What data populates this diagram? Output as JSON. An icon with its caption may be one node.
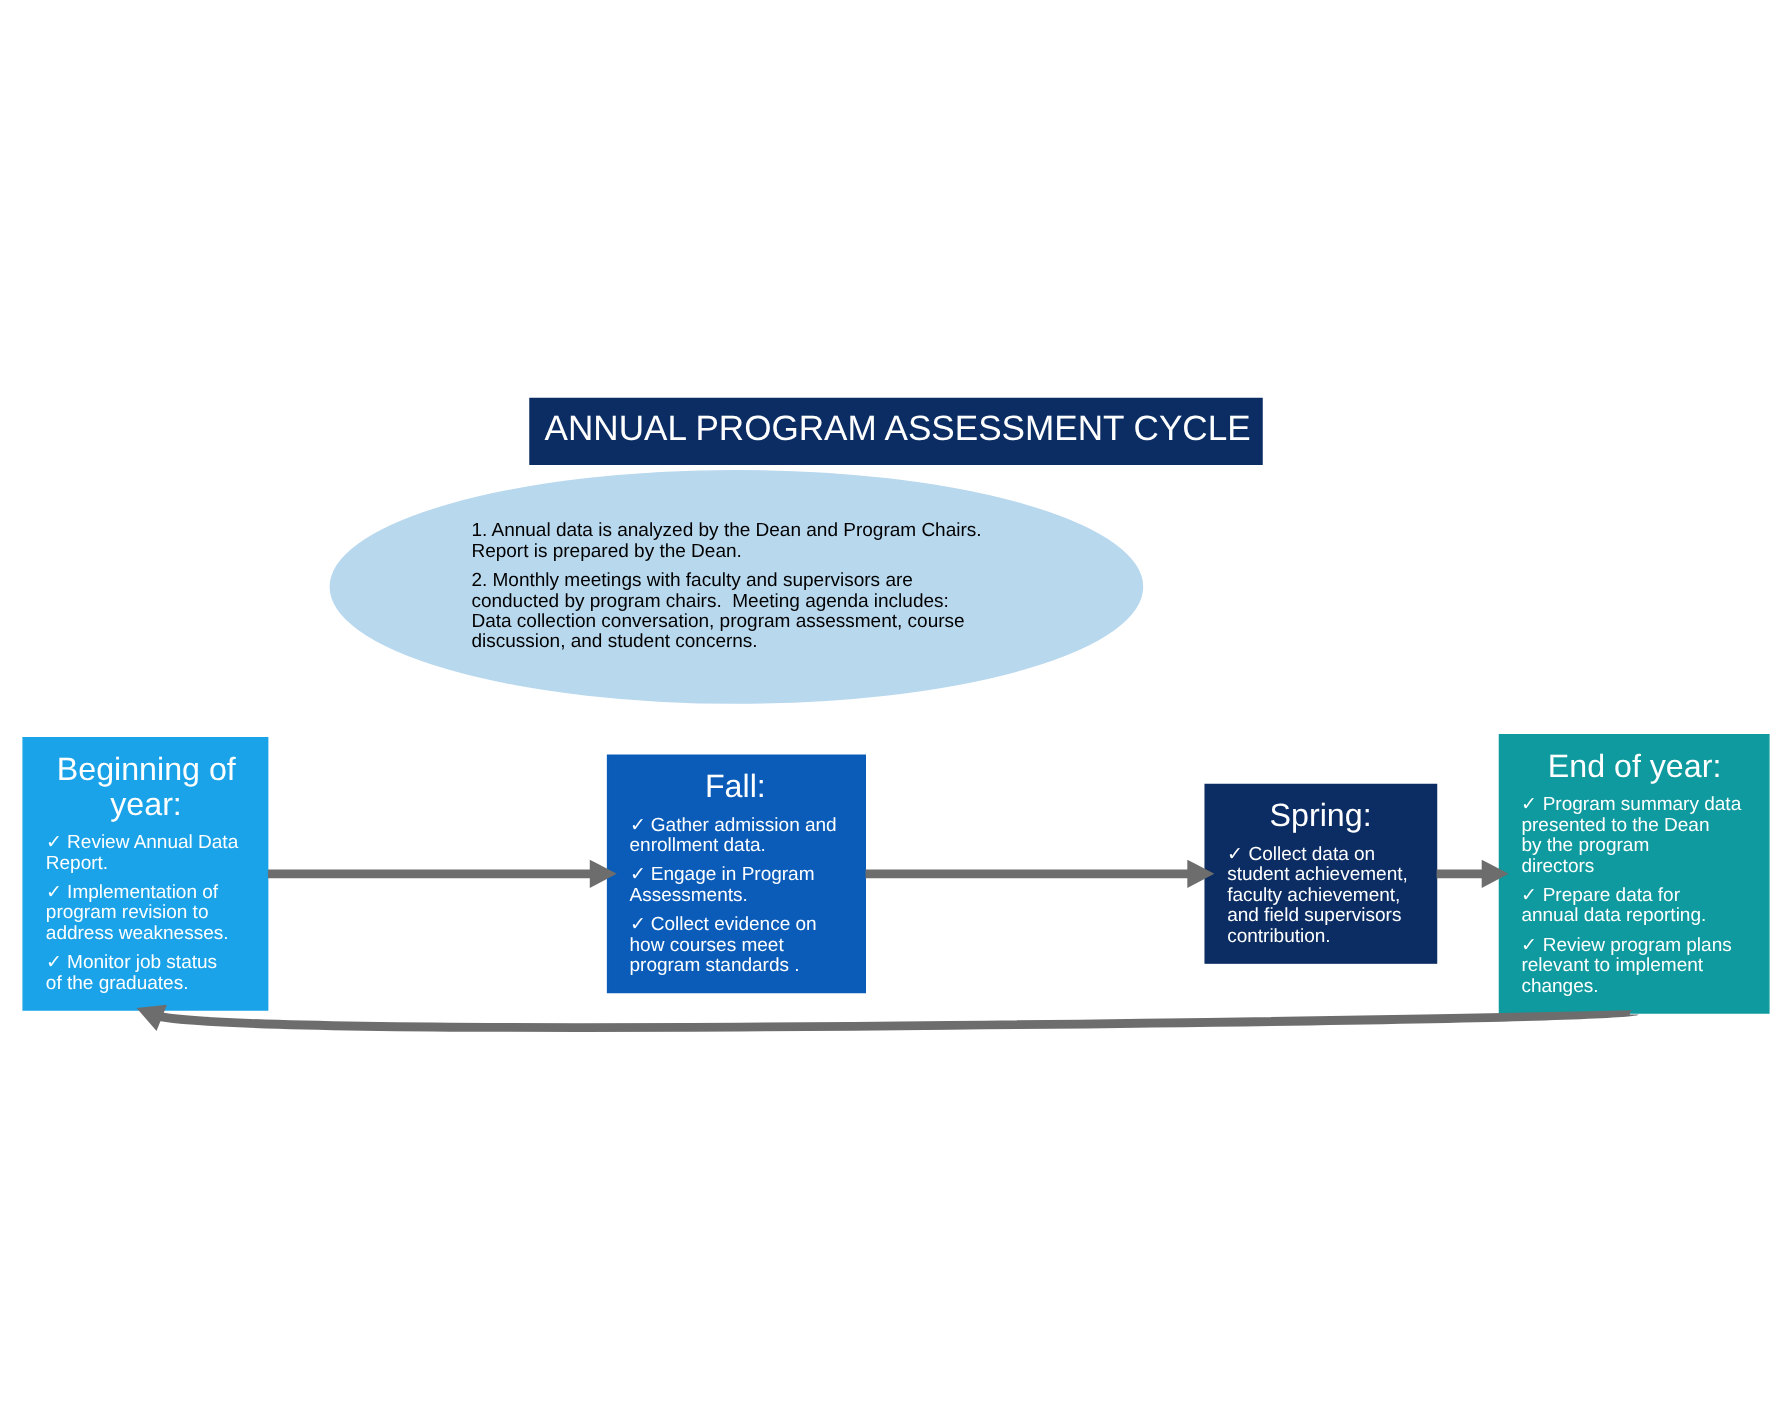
{
  "diagram": {
    "title": "ANNUAL PROGRAM ASSESSMENT CYCLE",
    "nodes": [
      {
        "text": [
          "Beginning of year:",
          "✓ Review Annual Data Report.",
          "✓ Implementation of program revision to address weaknesses.",
          "✓ Monitor job status of the graduates."
        ]
      },
      {
        "text": [
          "Fall:",
          "✓ Gather admission and enrollment data.",
          "✓ Engage in Program Assessments.",
          "✓ Collect evidence on how courses meet program standards ."
        ]
      },
      {
        "text": [
          "Spring:",
          "✓ Collect data on student achievement, faculty achievement, and field supervisors contribution."
        ]
      },
      {
        "text": [
          "End of year:",
          "✓ Program summary data presented to the Dean by the program directors",
          "✓ Prepare data for annual data reporting.",
          "✓ Review program plans relevant to implement changes."
        ]
      },
      {
        "text": [
          "1. Annual data is analyzed by the Dean and Program Chairs. Report is prepared by the Dean.",
          "2. Monthly meetings with faculty and supervisors are conducted by program chairs.  Meeting agenda includes: Data collection conversation, program assessment, course discussion, and student concerns."
        ]
      }
    ],
    "edges": [
      {
        "from": 0,
        "to": 1,
        "arrow": "to"
      },
      {
        "from": 1,
        "to": 2,
        "arrow": "to"
      },
      {
        "from": 2,
        "to": 3,
        "arrow": "to"
      },
      {
        "from": 3,
        "to": 0,
        "arrow": "to"
      }
    ]
  }
}
